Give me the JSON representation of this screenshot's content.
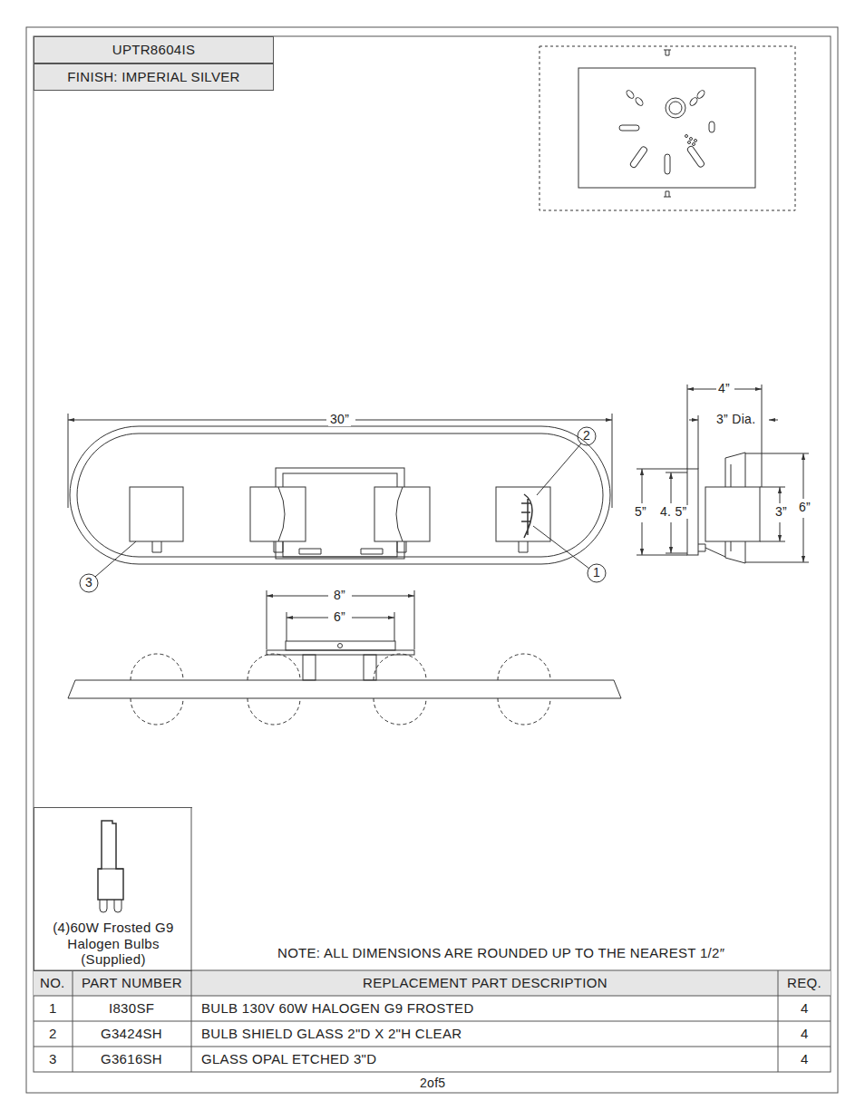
{
  "diagram": {
    "nodes": [
      {
        "text": [
          "UPTR8604IS"
        ]
      },
      {
        "text": [
          "FINISH: IMPERIAL SILVER"
        ]
      },
      {
        "text": [
          "(4)60W Frosted G9 Halogen Bulbs (Supplied)"
        ]
      }
    ],
    "labels": [
      "30”",
      "4”",
      "3” Dia.",
      "5”",
      "4. 5”",
      "3”",
      "6”",
      "8”",
      "6”",
      "2",
      "1",
      "3",
      "NOTE:  ALL DIMENSIONS ARE ROUNDED UP TO THE NEAREST  1/2″",
      "NO.",
      "PART NUMBER",
      "REPLACEMENT PART DESCRIPTION",
      "REQ.",
      "1",
      "I830SF",
      "BULB 130V 60W HALOGEN G9 FROSTED",
      "4",
      "2",
      "G3424SH",
      "BULB SHIELD GLASS 2\"D X 2\"H CLEAR",
      "4",
      "3",
      "G3616SH",
      "GLASS OPAL ETCHED 3\"D",
      "4",
      "2of5"
    ]
  }
}
